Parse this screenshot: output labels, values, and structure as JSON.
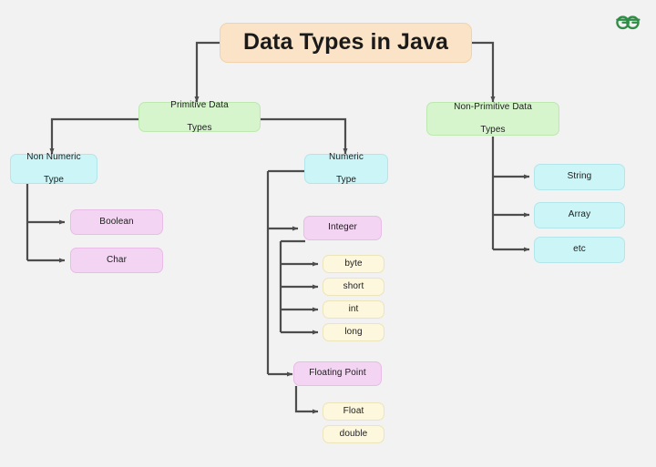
{
  "meta": {
    "diagram_title": "Data Types in Java",
    "background_color": "#f2f2f2",
    "edge_color": "#4d4d4d",
    "logo_name": "geeksforgeeks-logo",
    "logo_color": "#2f8d46"
  },
  "palette": {
    "title_fill": "#fbe3c7",
    "title_border": "#f2d2ac",
    "green_fill": "#d6f5cd",
    "green_border": "#bde8b0",
    "cyan_fill": "#ccf5f7",
    "cyan_border": "#b2e6ea",
    "purple_fill": "#f3d4f2",
    "purple_border": "#e8bce6",
    "cream_fill": "#fcf7dd",
    "cream_border": "#ece4bb"
  },
  "nodes": {
    "title": {
      "label": "Data Types in Java",
      "color": "title"
    },
    "primitive": {
      "line1": "Primitive Data",
      "line2": "Types",
      "color": "green"
    },
    "non_primitive": {
      "line1": "Non-Primitive Data",
      "line2": "Types",
      "color": "green"
    },
    "non_numeric": {
      "line1": "Non Numeric",
      "line2": "Type",
      "color": "cyan"
    },
    "numeric": {
      "line1": "Numeric",
      "line2": "Type",
      "color": "cyan"
    },
    "boolean": {
      "label": "Boolean",
      "color": "purple"
    },
    "char": {
      "label": "Char",
      "color": "purple"
    },
    "integer": {
      "label": "Integer",
      "color": "purple"
    },
    "floating_point": {
      "label": "Floating Point",
      "color": "purple"
    },
    "byte": {
      "label": "byte",
      "color": "cream"
    },
    "short": {
      "label": "short",
      "color": "cream"
    },
    "int": {
      "label": "int",
      "color": "cream"
    },
    "long": {
      "label": "long",
      "color": "cream"
    },
    "float": {
      "label": "Float",
      "color": "cream"
    },
    "double": {
      "label": "double",
      "color": "cream"
    },
    "string": {
      "label": "String",
      "color": "cyan"
    },
    "array": {
      "label": "Array",
      "color": "cyan"
    },
    "etc": {
      "label": "etc",
      "color": "cyan"
    }
  },
  "hierarchy": {
    "root": "Data Types in Java",
    "children": [
      {
        "name": "Primitive Data Types",
        "children": [
          {
            "name": "Non Numeric Type",
            "children": [
              {
                "name": "Boolean"
              },
              {
                "name": "Char"
              }
            ]
          },
          {
            "name": "Numeric Type",
            "children": [
              {
                "name": "Integer",
                "children": [
                  {
                    "name": "byte"
                  },
                  {
                    "name": "short"
                  },
                  {
                    "name": "int"
                  },
                  {
                    "name": "long"
                  }
                ]
              },
              {
                "name": "Floating Point",
                "children": [
                  {
                    "name": "Float"
                  },
                  {
                    "name": "double"
                  }
                ]
              }
            ]
          }
        ]
      },
      {
        "name": "Non-Primitive Data Types",
        "children": [
          {
            "name": "String"
          },
          {
            "name": "Array"
          },
          {
            "name": "etc"
          }
        ]
      }
    ]
  }
}
